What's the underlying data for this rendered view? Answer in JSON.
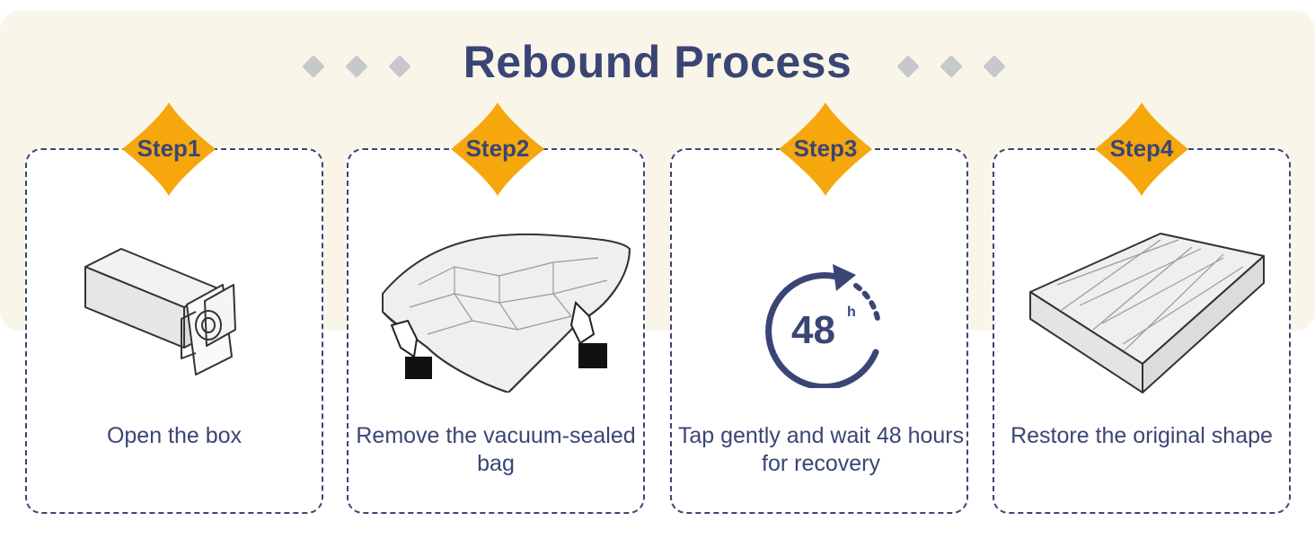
{
  "title": "Rebound Process",
  "colors": {
    "accent": "#f5a70c",
    "text": "#3b4575",
    "band": "#f9f5e9",
    "ornament": "#c7c8cc"
  },
  "steps": [
    {
      "label": "Step1",
      "caption": "Open the box",
      "icon": "compressed-box-icon"
    },
    {
      "label": "Step2",
      "caption": "Remove the vacuum-sealed bag",
      "icon": "hands-lifting-mattress-icon"
    },
    {
      "label": "Step3",
      "caption": "Tap gently and wait 48 hours for recovery",
      "icon": "48h-timer-icon",
      "timer_value": "48",
      "timer_unit": "h"
    },
    {
      "label": "Step4",
      "caption": "Restore the original shape",
      "icon": "mattress-icon"
    }
  ]
}
